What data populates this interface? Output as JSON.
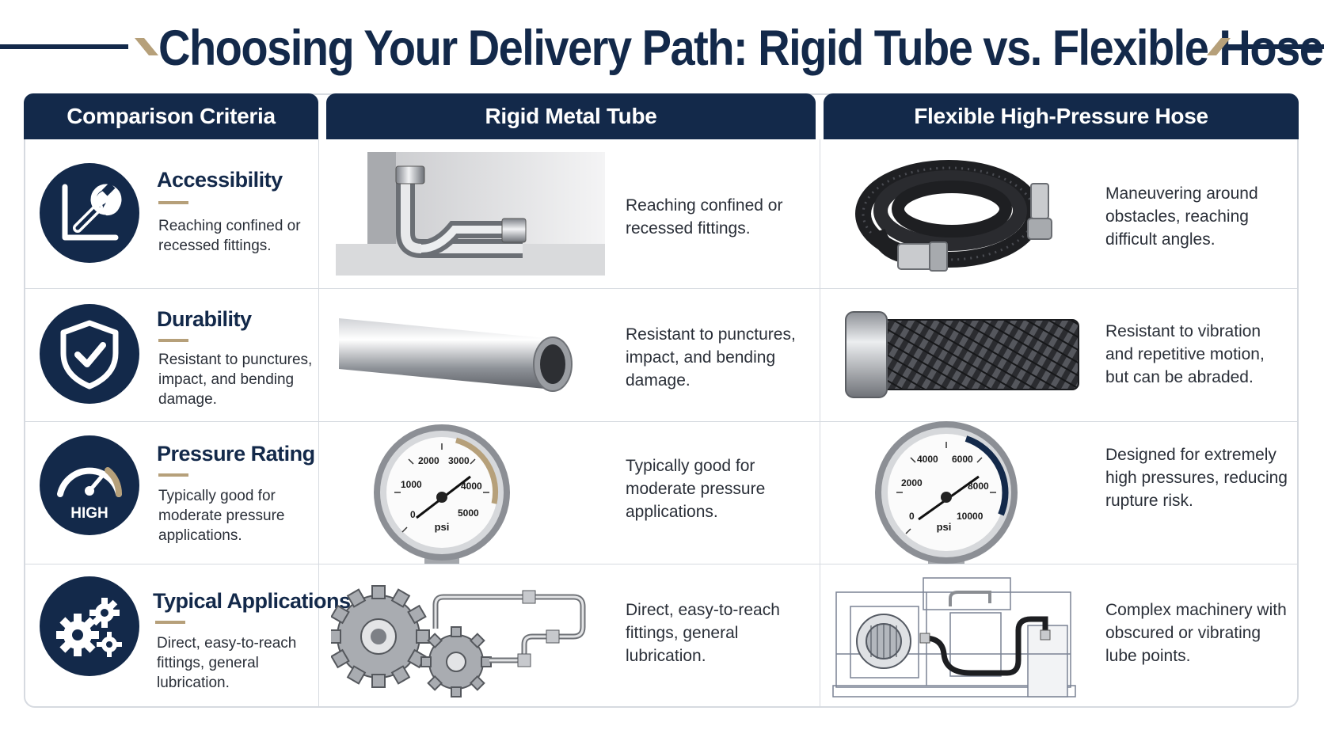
{
  "title": "Choosing Your Delivery Path: Rigid Tube vs. Flexible Hose",
  "headers": {
    "criteria": "Comparison Criteria",
    "rigid": "Rigid Metal Tube",
    "flexible": "Flexible High-Pressure Hose"
  },
  "rows": [
    {
      "title": "Accessibility",
      "icon": "wrench-icon",
      "criteria_desc": "Reaching confined or recessed fittings.",
      "rigid_desc": "Reaching confined or recessed fittings.",
      "flexible_desc": "Maneuvering around obstacles, reaching difficult angles."
    },
    {
      "title": "Durability",
      "icon": "shield-check-icon",
      "criteria_desc": "Resistant to punctures, impact, and bending damage.",
      "rigid_desc": "Resistant to punctures, impact, and bending damage.",
      "flexible_desc": "Resistant to vibration and repetitive motion, but can be abraded."
    },
    {
      "title": "Pressure Rating",
      "icon": "gauge-high-icon",
      "icon_label": "HIGH",
      "criteria_desc": "Typically good for moderate pressure applications.",
      "rigid_desc": "Typically good for moderate pressure applications.",
      "flexible_desc": "Designed for extremely high pressures, reducing rupture risk."
    },
    {
      "title": "Typical Applications",
      "icon": "gears-icon",
      "criteria_desc": "Direct, easy-to-reach fittings, general lubrication.",
      "rigid_desc": "Direct, easy-to-reach fittings, general lubrication.",
      "flexible_desc": "Complex machinery with obscured or vibrating lube points."
    }
  ],
  "gauges": {
    "rigid": {
      "labels": [
        "0",
        "1000",
        "2000",
        "3000",
        "4000",
        "5000"
      ],
      "unit": "psi"
    },
    "flexible": {
      "labels": [
        "0",
        "2000",
        "4000",
        "6000",
        "8000",
        "10000"
      ],
      "unit": "psi"
    }
  },
  "colors": {
    "navy": "#13294a",
    "gold": "#b6a07a",
    "border": "#d6dae0"
  }
}
